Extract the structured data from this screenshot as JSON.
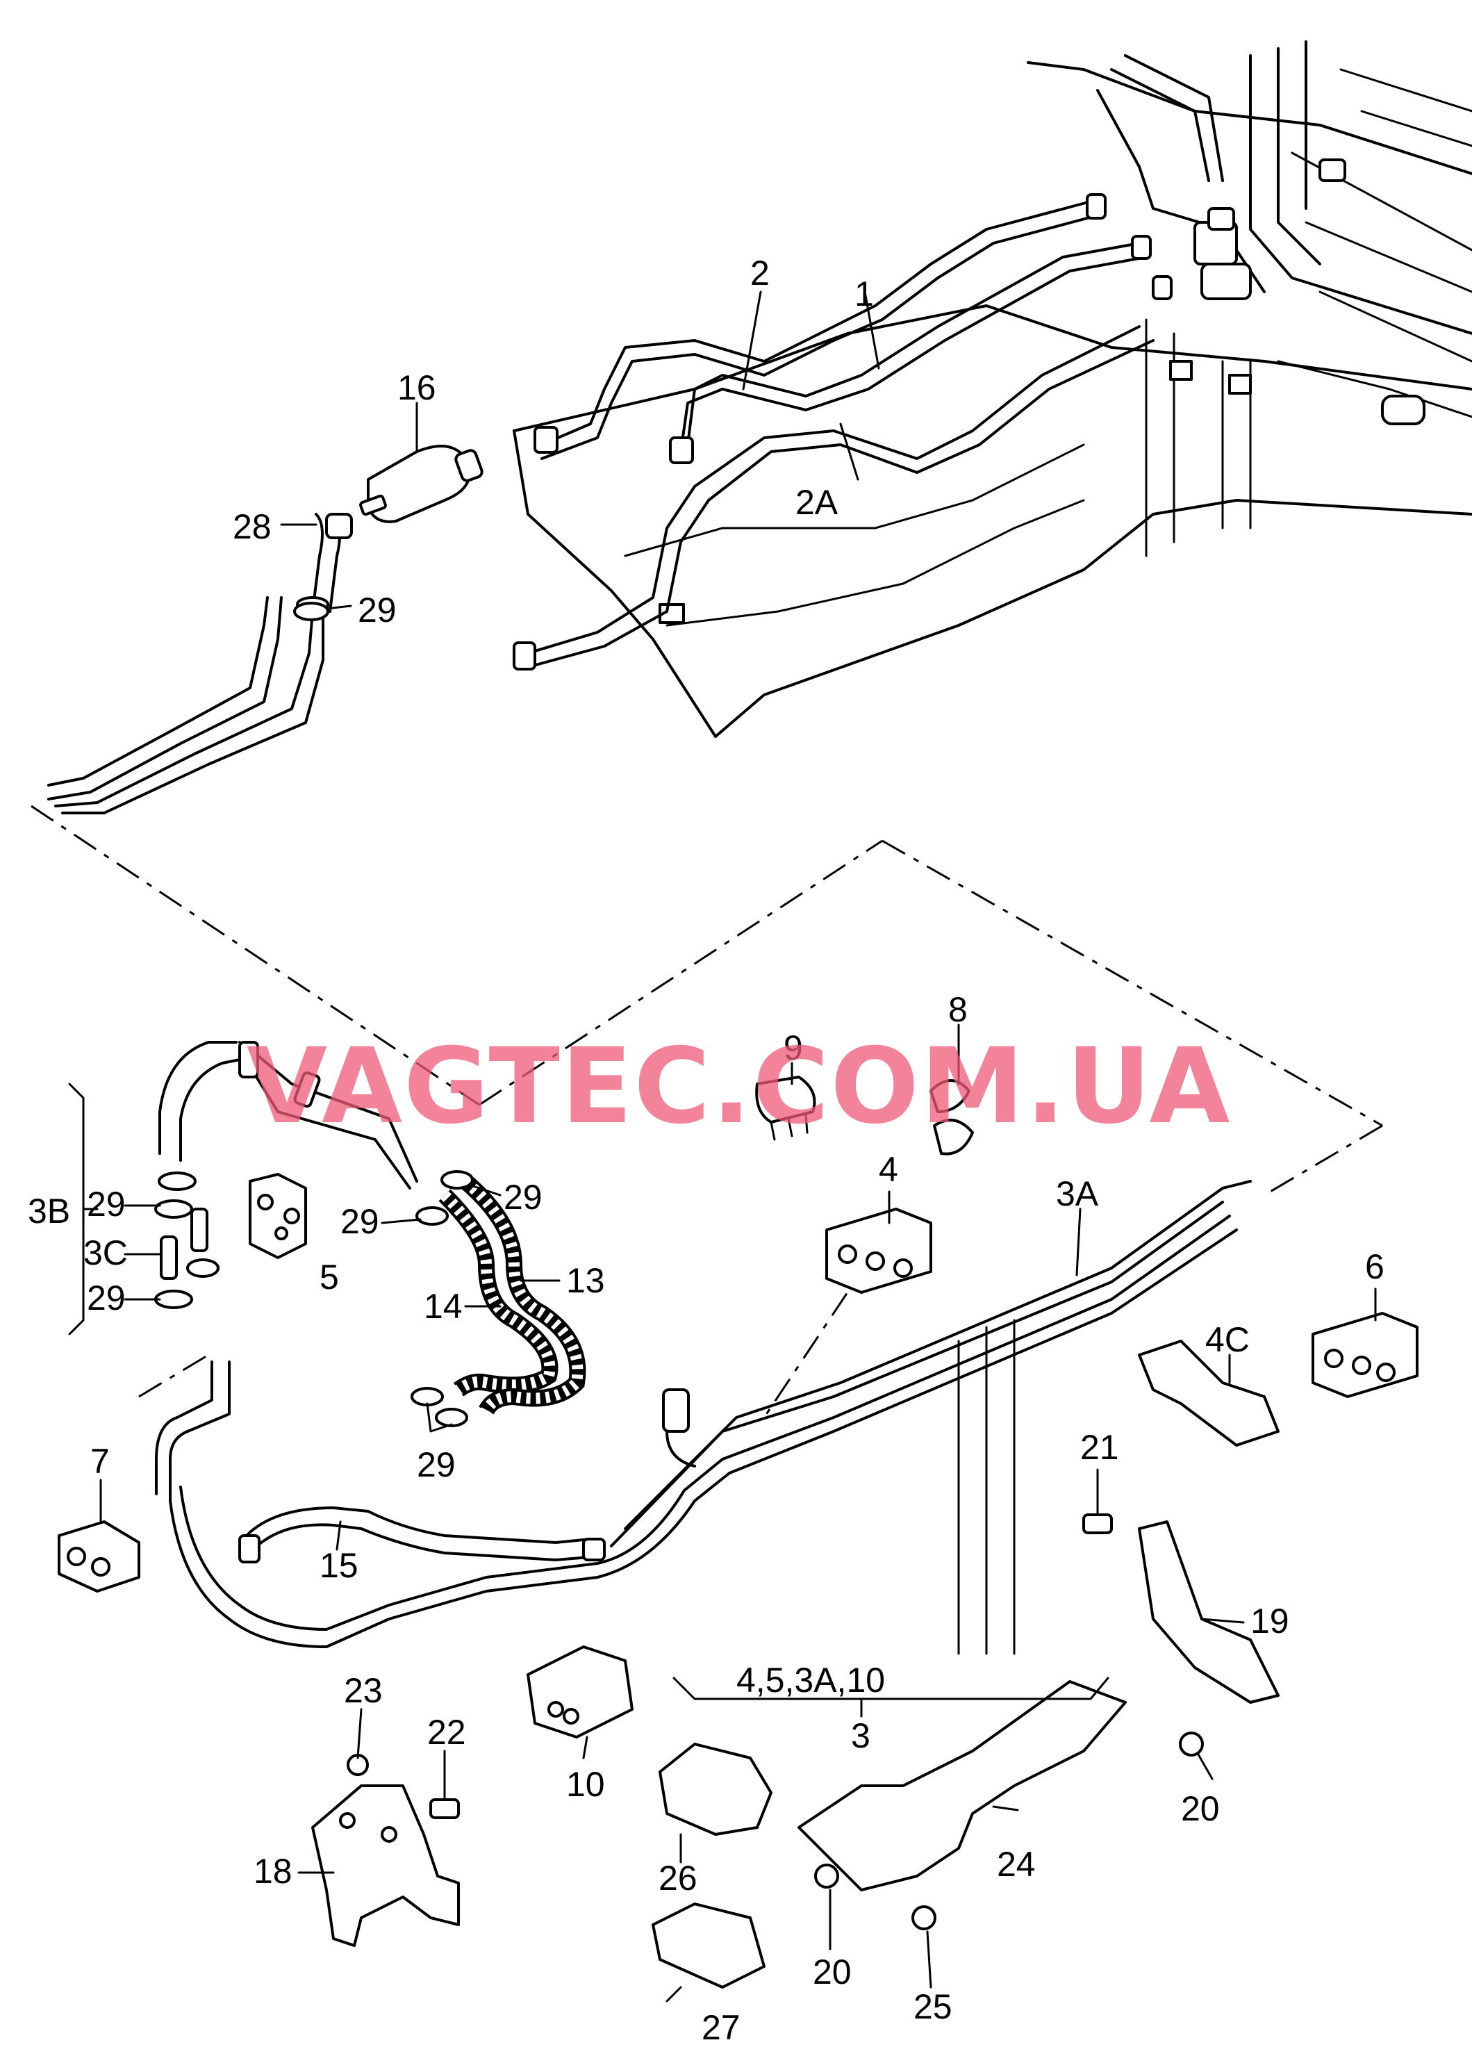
{
  "watermark": "VAGTEC.COM.UA",
  "callouts": {
    "c1": "1",
    "c2": "2",
    "c2A": "2A",
    "c16": "16",
    "c28": "28",
    "c29a": "29",
    "c9": "9",
    "c8": "8",
    "c3B": "3B",
    "c29b": "29",
    "c29c": "29",
    "c29d": "29",
    "c3C": "3C",
    "c29e": "29",
    "c5": "5",
    "c13": "13",
    "c14": "14",
    "c29f": "29",
    "c4": "4",
    "c3A": "3A",
    "c6": "6",
    "c4C": "4C",
    "c7": "7",
    "c15": "15",
    "c21": "21",
    "c19": "19",
    "c3group": "4,5,3A,10",
    "c3": "3",
    "c10": "10",
    "c23": "23",
    "c22": "22",
    "c18": "18",
    "c26": "26",
    "c24": "24",
    "c20a": "20",
    "c20b": "20",
    "c27": "27",
    "c25": "25"
  }
}
